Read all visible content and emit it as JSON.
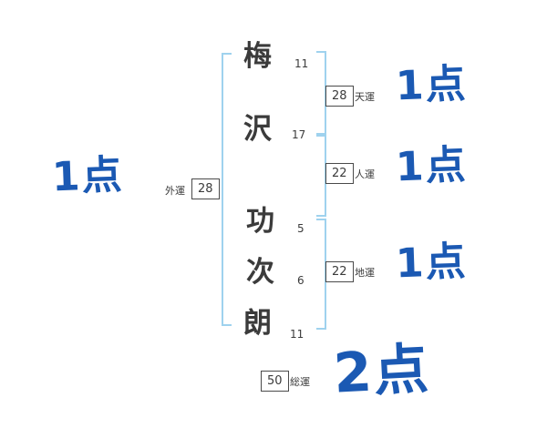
{
  "name": {
    "chars": [
      {
        "char": "梅",
        "strokes": "11"
      },
      {
        "char": "沢",
        "strokes": "17"
      },
      {
        "char": "功",
        "strokes": "5"
      },
      {
        "char": "次",
        "strokes": "6"
      },
      {
        "char": "朗",
        "strokes": "11"
      }
    ]
  },
  "fortunes": {
    "gaiun": {
      "label": "外運",
      "value": "28",
      "score": "1点"
    },
    "tenun": {
      "label": "天運",
      "value": "28",
      "score": "1点"
    },
    "jinun": {
      "label": "人運",
      "value": "22",
      "score": "1点"
    },
    "chiun": {
      "label": "地運",
      "value": "22",
      "score": "1点"
    },
    "soun": {
      "label": "総運",
      "value": "50",
      "score": "2点"
    }
  },
  "colors": {
    "score_blue": "#1b59b3",
    "bracket_blue": "#9fd2ee",
    "ink": "#3b3b3b"
  }
}
